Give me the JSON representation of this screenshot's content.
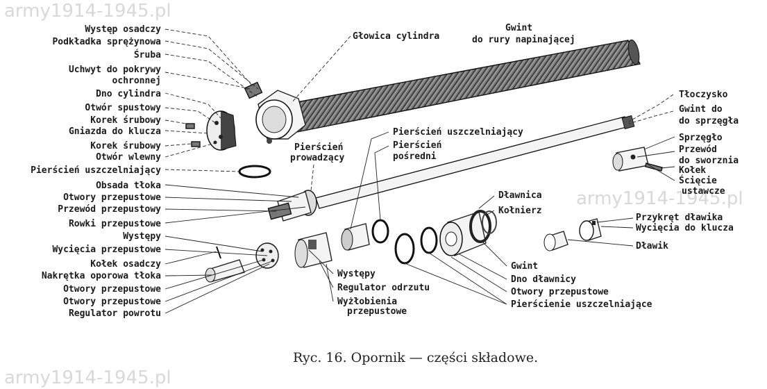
{
  "watermarks": [
    "army1914-1945.pl",
    "army1914-1945.pl",
    "army1914-1945.pl"
  ],
  "left_labels": [
    "Występ osadczy",
    "Podkładka sprężynowa",
    "Śruba",
    "Uchwyt do pokrywy",
    "ochronnej",
    "Dno cylindra",
    "Otwór spustowy",
    "Korek śrubowy",
    "Gniazda do klucza",
    "Korek śrubowy",
    "Otwór wlewny",
    "Pierścień uszczelniający",
    "Obsada tłoka",
    "Otwory przepustowe",
    "Przewód przepustowy",
    "Rowki przepustowe",
    "Występy",
    "Wycięcia przepustowe",
    "Kołek osadczy",
    "Nakrętka oporowa tłoka",
    "Otwory przepustowe",
    "Otwory przepustowe",
    "Regulator powrotu"
  ],
  "top_labels": {
    "cylinder_head": "Głowica cylindra",
    "thread_line1": "Gwint",
    "thread_line2": "do rury napinającej",
    "guide_ring_line1": "Pierścień",
    "guide_ring_line2": "prowadzący",
    "seal_ring": "Pierścień uszczelniający",
    "mid_ring_line1": "Pierścień",
    "mid_ring_line2": "pośredni"
  },
  "right_labels": {
    "piston_rod": "Tłoczysko",
    "thread_coupling_line1": "Gwint do",
    "thread_coupling_line2": "do sprzęgła",
    "coupling": "Sprzęgło",
    "pin_hole_line1": "Przewód",
    "pin_hole_line2": "do sworznia",
    "pin": "Kołek",
    "cut_line1": "Ścięcie",
    "cut_line2": "ustawcze",
    "gland": "Dławnica",
    "flange": "Kołnierz",
    "gland_nut": "Przykręt dławika",
    "key_slots": "Wycięcia do klucza",
    "packing": "Dławik"
  },
  "bottom_labels": {
    "lugs": "Występy",
    "recoil_regulator": "Regulator odrzutu",
    "grooves_line1": "Wyżłobienia",
    "grooves_line2": "przepustowe",
    "thread": "Gwint",
    "gland_bottom": "Dno dławnicy",
    "ports": "Otwory przepustowe",
    "seal_rings": "Pierścienie uszczelniające"
  },
  "caption": "Ryc. 16.  Opornik — części składowe."
}
